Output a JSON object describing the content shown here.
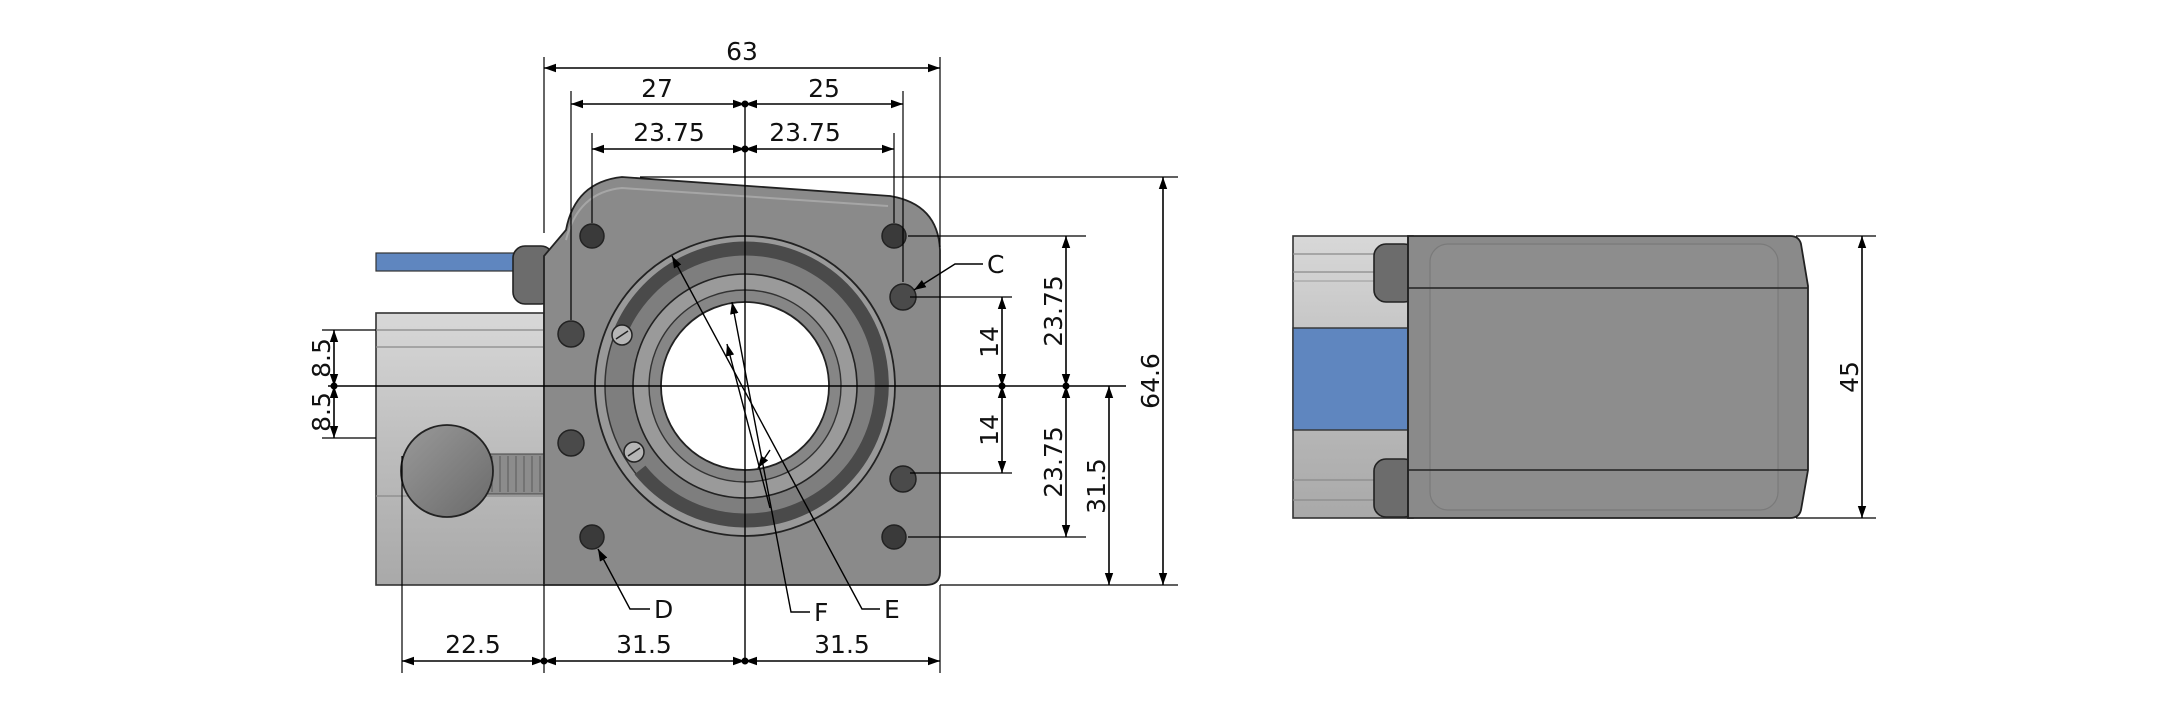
{
  "dimensions": {
    "top_overall": "63",
    "top_left_holes": "27",
    "top_right_holes": "25",
    "top_inner_left": "23.75",
    "top_inner_right": "23.75",
    "right_upper": "23.75",
    "right_lower": "23.75",
    "right_height": "31.5",
    "right_overall": "64.6",
    "inner_upper": "14",
    "inner_lower": "14",
    "left_upper": "8.5",
    "left_lower": "8.5",
    "bottom_left": "22.5",
    "bottom_mid_left": "31.5",
    "bottom_mid_right": "31.5",
    "side_height": "45"
  },
  "callouts": {
    "c": "C",
    "d": "D",
    "e": "E",
    "f": "F"
  },
  "colors": {
    "housing": "#8a8a8a",
    "housing_dark": "#6f6f6f",
    "rail": "#b9b9b9",
    "cable": "#5f86bf",
    "ring_dark": "#4d4d4d"
  }
}
